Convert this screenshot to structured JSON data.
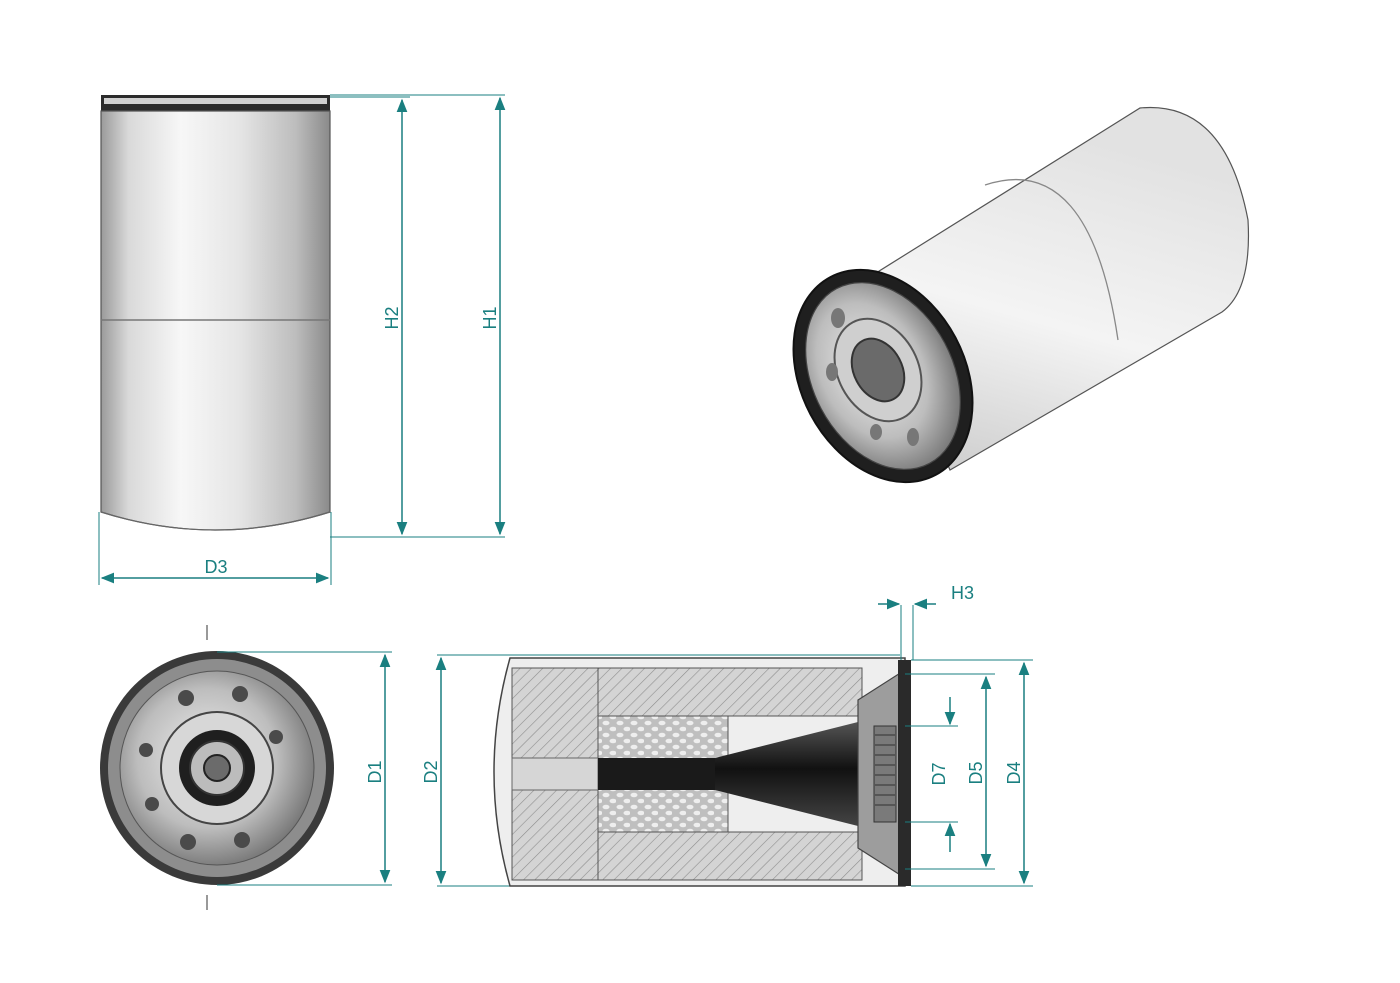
{
  "dimensions": {
    "h1": "H1",
    "h2": "H2",
    "h3": "H3",
    "d1": "D1",
    "d2": "D2",
    "d3": "D3",
    "d4": "D4",
    "d5": "D5",
    "d7": "D7"
  },
  "colors": {
    "dimension": "#1a7f80",
    "outline": "#3a3a3a",
    "body_light": "#f2f2f2",
    "body_mid": "#c8c8c8",
    "body_dark": "#8c8c8c",
    "gasket": "#222222",
    "hatch": "#9a9a9a"
  }
}
